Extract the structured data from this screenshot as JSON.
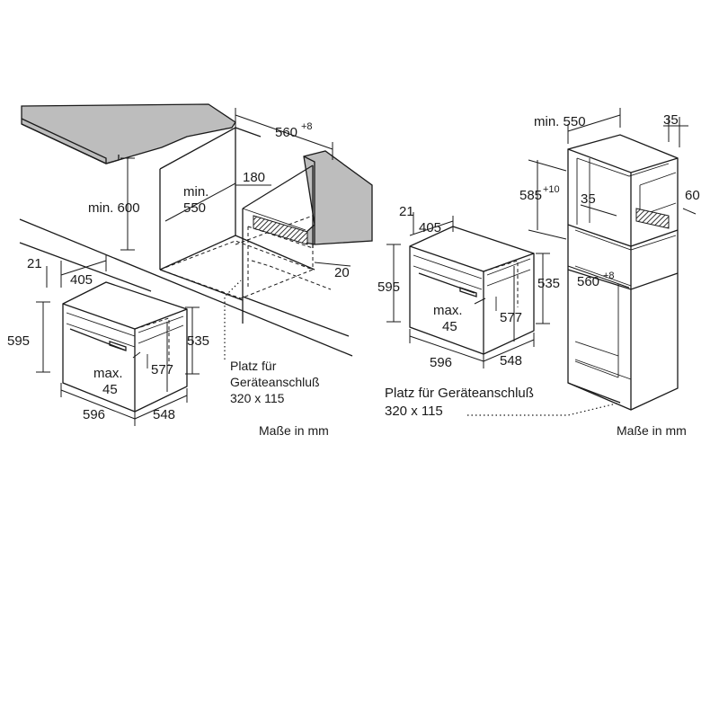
{
  "left_diagram": {
    "counter_depth": "560",
    "counter_depth_tol": "+8",
    "min_height": "min. 600",
    "min_depth_label": "min.",
    "min_depth_value": "550",
    "gap_back": "180",
    "gap_front": "20",
    "oven_front": "21",
    "oven_handle": "405",
    "oven_height": "595",
    "oven_inner_height": "535",
    "oven_width": "596",
    "oven_depth": "548",
    "oven_body_depth": "577",
    "max_label": "max.",
    "max_value": "45",
    "connector_line1": "Platz für",
    "connector_line2": "Geräteanschluß",
    "connector_line3": "320 x 115",
    "units": "Maße in mm"
  },
  "right_diagram": {
    "min_depth": "min. 550",
    "top_gap": "35",
    "niche_height": "585",
    "niche_height_tol": "+10",
    "vent_small": "35",
    "vent_height": "60",
    "niche_width": "560",
    "niche_width_tol": "+8",
    "oven_front": "21",
    "oven_handle": "405",
    "oven_height": "595",
    "oven_inner_height": "535",
    "oven_width": "596",
    "oven_depth": "548",
    "oven_body_depth": "577",
    "max_label": "max.",
    "max_value": "45",
    "connector_line1": "Platz für Geräteanschluß",
    "connector_line2": "320 x 115",
    "units": "Maße in mm"
  }
}
